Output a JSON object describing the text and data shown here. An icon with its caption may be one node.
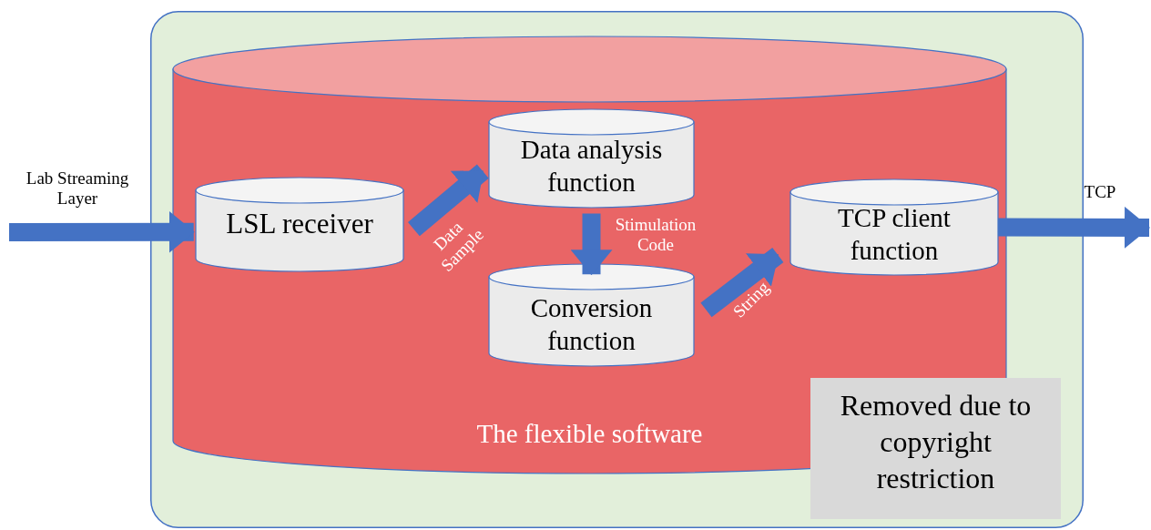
{
  "diagram": {
    "nodes": [
      {
        "text": [],
        "shape": "box"
      },
      {
        "text": [
          "The flexible software"
        ],
        "in": 0
      },
      {
        "text": [
          "LSL receiver"
        ],
        "in": 1
      },
      {
        "text": [
          "Data analysis function"
        ],
        "in": 1
      },
      {
        "text": [
          "Conversion function"
        ],
        "in": 1
      },
      {
        "text": [
          "TCP client function"
        ],
        "in": 1
      },
      {
        "text": [
          "Removed due to copyright restriction"
        ],
        "in": 0
      }
    ],
    "edges": [
      {
        "from": null,
        "to": 2,
        "arrow": "to",
        "label": "Lab Streaming Layer"
      },
      {
        "from": 2,
        "to": 3,
        "arrow": "to",
        "label": "Data Sample"
      },
      {
        "from": 3,
        "to": 4,
        "arrow": "to",
        "label": "Stimulation Code"
      },
      {
        "from": 4,
        "to": 5,
        "arrow": "to",
        "label": "String"
      },
      {
        "from": 5,
        "to": null,
        "arrow": "to",
        "label": "TCP"
      }
    ]
  }
}
